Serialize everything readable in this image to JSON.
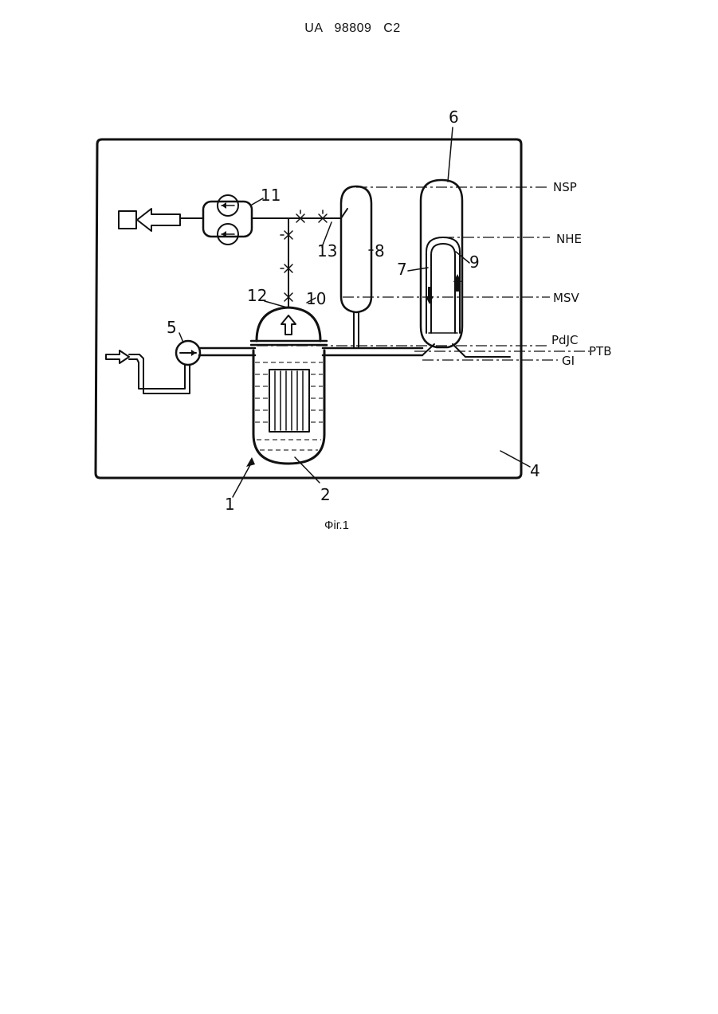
{
  "header": {
    "doc_number": "UA   98809   C2"
  },
  "caption": "Фіг.1",
  "labels": {
    "n1": "1",
    "n2": "2",
    "n4": "4",
    "n5": "5",
    "n6": "6",
    "n7": "7",
    "n8": "8",
    "n9": "9",
    "n10": "10",
    "n11": "11",
    "n12": "12",
    "n13": "13"
  },
  "levels": {
    "nsp": "NSP",
    "nhe": "NHE",
    "msv": "MSV",
    "pdjc": "PdJC",
    "ptb": "PTB",
    "gi": "GI"
  }
}
